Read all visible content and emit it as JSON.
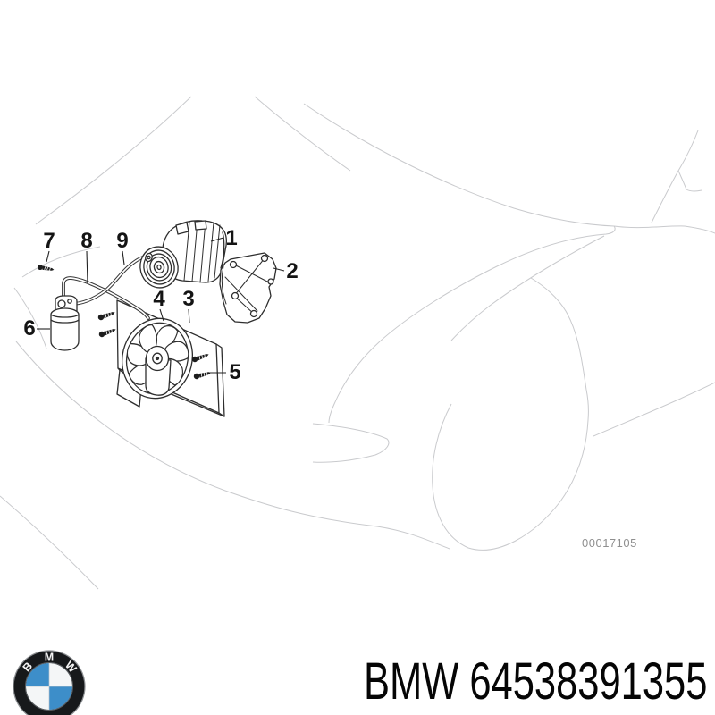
{
  "figure": {
    "type": "parts-diagram",
    "description_visible_text_only": true
  },
  "callouts": [
    "1",
    "2",
    "3",
    "4",
    "5",
    "6",
    "7",
    "8",
    "9"
  ],
  "diagram_number": "00017105",
  "footer": {
    "part_number": "BMW 64538391355",
    "logo_letters": [
      "B",
      "M",
      "W"
    ]
  },
  "colors": {
    "outline": "#c9cacd",
    "part_line": "#2e2e2e",
    "label": "#141414",
    "diagram_number": "#8f8f8f",
    "logo_ring": "#17191b",
    "logo_blue": "#3d8ec9",
    "logo_white": "#f4f6f7",
    "text": "#050505"
  }
}
